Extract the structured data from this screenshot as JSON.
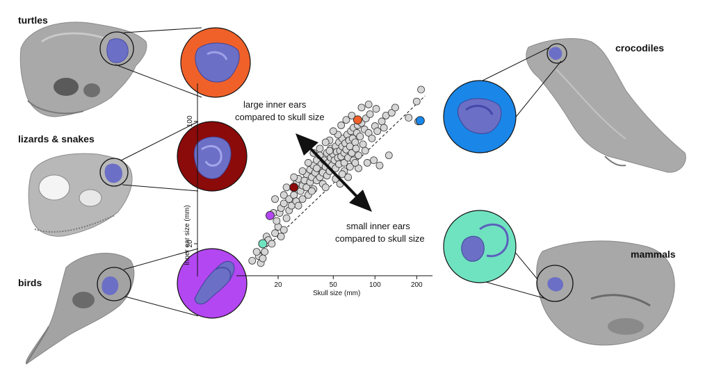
{
  "groups": {
    "turtles": "turtles",
    "lizards": "lizards & snakes",
    "birds": "birds",
    "crocodiles": "crocodiles",
    "mammals": "mammals"
  },
  "annotations": {
    "large_line1": "large inner ears",
    "large_line2": "compared to skull size",
    "small_line1": "small inner ears",
    "small_line2": "compared to skull size"
  },
  "colors": {
    "turtles": "#f0612a",
    "lizards": "#8b0a0a",
    "birds": "#b347f2",
    "crocodiles": "#1a86e8",
    "mammals": "#6fe3c0",
    "ear": "#6b6fc6",
    "skull": "#a5a5a5",
    "points": "#d6d6d6"
  },
  "chart_data": {
    "type": "scatter",
    "xlabel": "Skull size (mm)",
    "ylabel": "Inner ear size (mm)",
    "xscale": "log",
    "yscale": "log",
    "xlim": [
      10,
      260
    ],
    "ylim": [
      14,
      165
    ],
    "xticks": [
      20,
      50,
      100,
      200
    ],
    "xtick_labels": [
      "20",
      "50",
      "100",
      "200"
    ],
    "yticks": [
      20,
      100
    ],
    "ytick_labels": [
      "20",
      "100"
    ],
    "trend": {
      "style": "dashed",
      "x": [
        13,
        230
      ],
      "y": [
        16,
        140
      ]
    },
    "highlighted": [
      {
        "group": "turtles",
        "x": 75,
        "y": 102
      },
      {
        "group": "lizards",
        "x": 26,
        "y": 42
      },
      {
        "group": "birds",
        "x": 17.5,
        "y": 29
      },
      {
        "group": "crocodiles",
        "x": 212,
        "y": 101
      },
      {
        "group": "mammals",
        "x": 15.5,
        "y": 20
      }
    ],
    "points": [
      [
        13,
        16
      ],
      [
        14.5,
        17
      ],
      [
        15,
        15.5
      ],
      [
        16,
        18
      ],
      [
        15.5,
        16.5
      ],
      [
        14,
        18
      ],
      [
        16.5,
        22
      ],
      [
        17,
        21
      ],
      [
        18,
        20
      ],
      [
        19,
        23
      ],
      [
        20,
        25
      ],
      [
        21,
        22
      ],
      [
        19.5,
        27
      ],
      [
        18.5,
        30
      ],
      [
        20.5,
        30
      ],
      [
        22,
        24
      ],
      [
        21,
        32
      ],
      [
        22,
        34
      ],
      [
        23,
        28
      ],
      [
        24,
        31
      ],
      [
        24,
        36
      ],
      [
        25,
        33
      ],
      [
        26,
        38
      ],
      [
        27,
        35
      ],
      [
        27,
        44
      ],
      [
        28,
        47
      ],
      [
        29,
        40
      ],
      [
        30,
        43
      ],
      [
        30,
        36
      ],
      [
        31,
        46
      ],
      [
        32,
        42
      ],
      [
        32,
        50
      ],
      [
        33,
        38
      ],
      [
        34,
        45
      ],
      [
        34,
        53
      ],
      [
        35,
        48
      ],
      [
        36,
        41
      ],
      [
        36,
        56
      ],
      [
        37,
        51
      ],
      [
        38,
        46
      ],
      [
        38,
        60
      ],
      [
        39,
        54
      ],
      [
        40,
        48
      ],
      [
        40,
        64
      ],
      [
        41,
        57
      ],
      [
        42,
        51
      ],
      [
        42,
        44
      ],
      [
        43,
        60
      ],
      [
        44,
        55
      ],
      [
        45,
        49
      ],
      [
        45,
        66
      ],
      [
        46,
        58
      ],
      [
        47,
        52
      ],
      [
        48,
        62
      ],
      [
        48,
        70
      ],
      [
        49,
        56
      ],
      [
        50,
        65
      ],
      [
        51,
        60
      ],
      [
        52,
        54
      ],
      [
        52,
        72
      ],
      [
        53,
        67
      ],
      [
        54,
        62
      ],
      [
        55,
        57
      ],
      [
        55,
        76
      ],
      [
        56,
        68
      ],
      [
        57,
        63
      ],
      [
        58,
        72
      ],
      [
        58,
        80
      ],
      [
        60,
        66
      ],
      [
        60,
        58
      ],
      [
        61,
        75
      ],
      [
        62,
        69
      ],
      [
        63,
        84
      ],
      [
        64,
        62
      ],
      [
        65,
        78
      ],
      [
        66,
        72
      ],
      [
        67,
        88
      ],
      [
        68,
        66
      ],
      [
        69,
        80
      ],
      [
        70,
        92
      ],
      [
        72,
        76
      ],
      [
        73,
        70
      ],
      [
        74,
        86
      ],
      [
        75,
        95
      ],
      [
        76,
        64
      ],
      [
        78,
        82
      ],
      [
        80,
        98
      ],
      [
        82,
        74
      ],
      [
        84,
        90
      ],
      [
        86,
        104
      ],
      [
        88,
        58
      ],
      [
        90,
        86
      ],
      [
        92,
        110
      ],
      [
        95,
        80
      ],
      [
        98,
        60
      ],
      [
        100,
        94
      ],
      [
        104,
        88
      ],
      [
        108,
        56
      ],
      [
        112,
        100
      ],
      [
        116,
        92
      ],
      [
        120,
        108
      ],
      [
        126,
        64
      ],
      [
        132,
        112
      ],
      [
        140,
        120
      ],
      [
        175,
        105
      ],
      [
        200,
        130
      ],
      [
        205,
        100
      ],
      [
        215,
        152
      ],
      [
        22,
        38
      ],
      [
        28,
        33
      ],
      [
        35,
        40
      ],
      [
        44,
        42
      ],
      [
        52,
        47
      ],
      [
        60,
        52
      ],
      [
        66,
        55
      ],
      [
        70,
        60
      ],
      [
        26,
        48
      ],
      [
        33,
        58
      ],
      [
        40,
        70
      ],
      [
        47,
        78
      ],
      [
        54,
        84
      ],
      [
        36,
        66
      ],
      [
        56,
        44
      ],
      [
        64,
        48
      ],
      [
        76,
        54
      ],
      [
        62,
        102
      ],
      [
        50,
        88
      ],
      [
        44,
        76
      ],
      [
        30,
        52
      ],
      [
        23,
        42
      ],
      [
        19,
        36
      ],
      [
        47,
        68
      ],
      [
        38,
        54
      ],
      [
        57,
        95
      ],
      [
        68,
        108
      ],
      [
        80,
        120
      ],
      [
        90,
        125
      ],
      [
        102,
        118
      ],
      [
        85,
        68
      ],
      [
        72,
        58
      ],
      [
        58,
        50
      ]
    ]
  }
}
